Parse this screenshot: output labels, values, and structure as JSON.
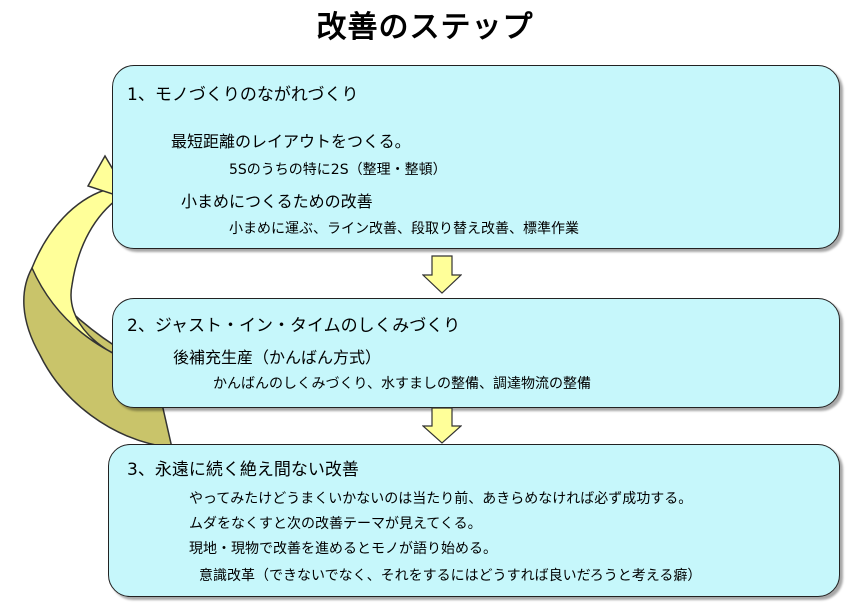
{
  "title": "改善のステップ",
  "steps": [
    {
      "heading": "1、モノづくりのながれづくり",
      "items": [
        "最短距離のレイアウトをつくる。",
        "5Sのうちの特に2S（整理・整頓）",
        "小まめにつくるための改善",
        "小まめに運ぶ、ライン改善、段取り替え改善、標準作業"
      ]
    },
    {
      "heading": "2、ジャスト・イン・タイムのしくみづくり",
      "items": [
        "後補充生産（かんばん方式）",
        "かんばんのしくみづくり、水すましの整備、調達物流の整備"
      ]
    },
    {
      "heading": "3、永遠に続く絶え間ない改善",
      "items": [
        "やってみたけどうまくいかないのは当たり前、あきらめなければ必ず成功する。",
        "ムダをなくすと次の改善テーマが見えてくる。",
        "現地・現物で改善を進めるとモノが語り始める。",
        "意識改革（できないでなく、それをするにはどうすれば良いだろうと考える癖）"
      ]
    }
  ],
  "colors": {
    "box_fill": "#c6f7fb",
    "arrow_fill": "#ffff99",
    "curve_light": "#ffff99",
    "curve_dark": "#c9c46a"
  }
}
